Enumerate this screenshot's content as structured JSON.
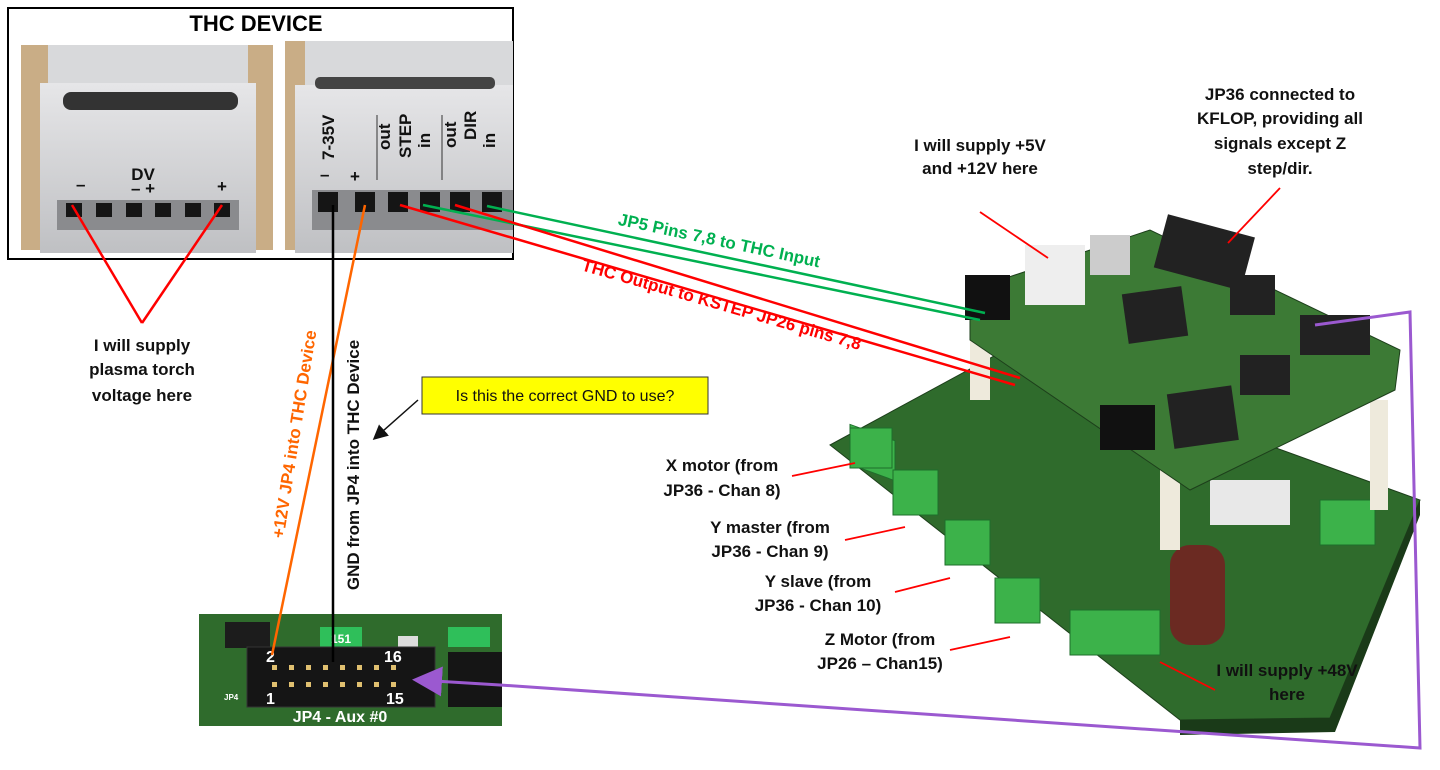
{
  "thc_device": {
    "title": "THC DEVICE",
    "left_terminal": {
      "minus": "–",
      "dv": "DV",
      "dv_pol": "– +",
      "plus": "+"
    },
    "right_terminal": {
      "voltage": "7-35V",
      "minus": "–",
      "plus": "+",
      "out1": "out",
      "step": "STEP",
      "in1": "in",
      "out2": "out",
      "dir": "DIR",
      "in2": "in"
    }
  },
  "annotations": {
    "torch_voltage": [
      "I will supply",
      "plasma torch",
      "voltage here"
    ],
    "plus12v": "+12V JP4 into THC Device",
    "gnd": "GND from JP4 into THC Device",
    "question": "Is this the correct GND to use?",
    "jp5": "JP5 Pins 7,8 to THC Input",
    "thc_output": "THC Output to KSTEP JP26 pins 7,8",
    "supply_5v12v": [
      "I will supply +5V",
      "and +12V here"
    ],
    "jp36": [
      "JP36 connected to",
      "KFLOP, providing all",
      "signals except Z",
      "step/dir."
    ],
    "x_motor": [
      "X motor (from",
      "JP36 - Chan 8)"
    ],
    "y_master": [
      "Y master (from",
      "JP36 - Chan 9)"
    ],
    "y_slave": [
      "Y slave (from",
      "JP36 - Chan 10)"
    ],
    "z_motor": [
      "Z Motor (from",
      "JP26 – Chan15)"
    ],
    "supply_48v": [
      "I will supply +48V",
      "here"
    ]
  },
  "jp4": {
    "pin2": "2",
    "pin16": "16",
    "pin1": "1",
    "pin15": "15",
    "caption": "JP4 - Aux #0",
    "silk": "JP4",
    "chip": "151"
  },
  "colors": {
    "red": "#ff0000",
    "green": "#00b050",
    "orange": "#ff6600",
    "purple": "#9b59d0",
    "yellow": "#ffff00",
    "pcb": "#2f6b2c"
  }
}
